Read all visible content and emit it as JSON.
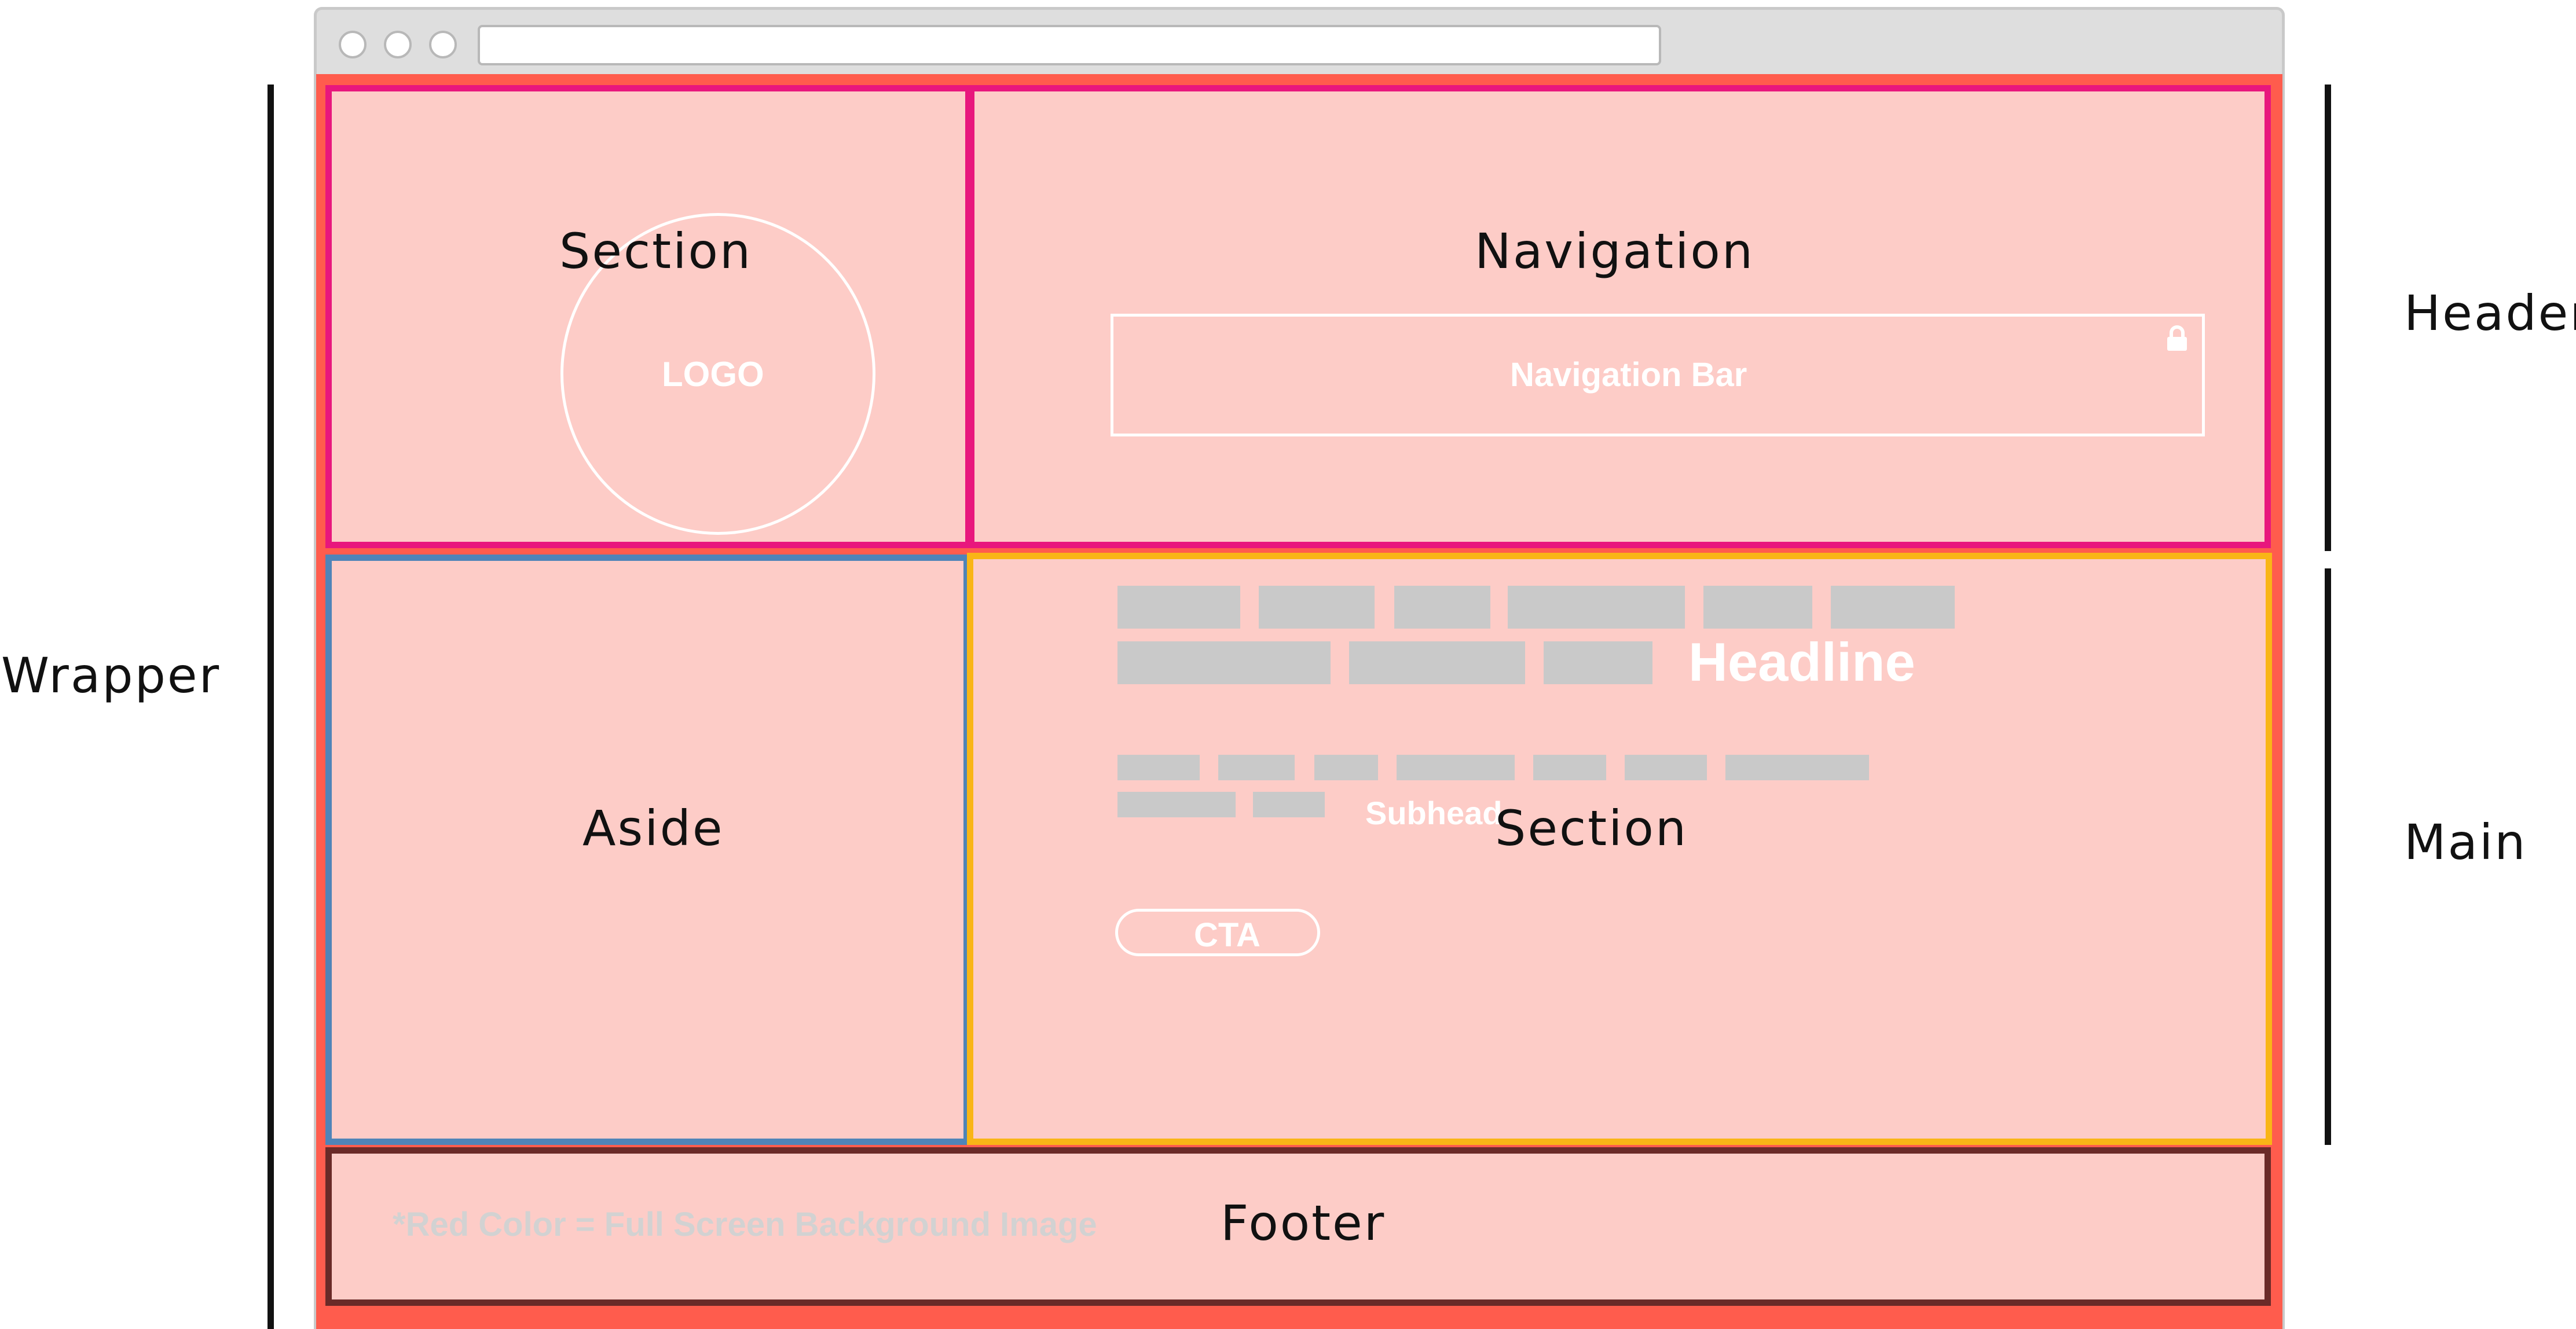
{
  "browser": {
    "url": ""
  },
  "outer_labels": {
    "wrapper": "Wrapper",
    "header": "Header",
    "main": "Main"
  },
  "regions": {
    "logo_section": {
      "title": "Section",
      "logo": "LOGO"
    },
    "navigation": {
      "title": "Navigation",
      "bar_label": "Navigation Bar",
      "bar_icon": "lock-icon"
    },
    "aside": {
      "title": "Aside"
    },
    "main_section": {
      "title": "Section",
      "headline": "Headline",
      "subhead": "Subhead",
      "cta": "CTA"
    },
    "footer": {
      "title": "Footer",
      "note": "*Red Color = Full Screen Background Image"
    }
  },
  "colors": {
    "wrapper_background": "#ff5c4d",
    "region_fill": "#fdccc7",
    "header_border": "#e8177d",
    "aside_border": "#4f84b8",
    "main_section_border": "#f9b516",
    "footer_border": "#6a2a28",
    "placeholder_text_bars": "#c9c9c9"
  }
}
